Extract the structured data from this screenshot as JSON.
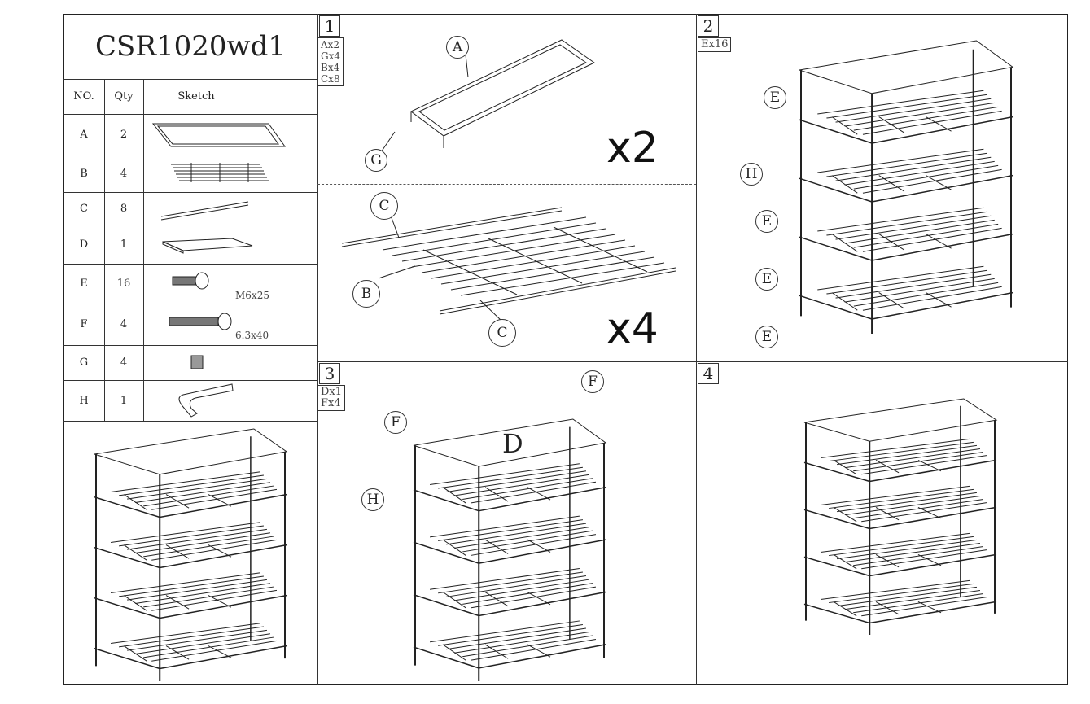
{
  "model": "CSR1020wd1",
  "table": {
    "headers": {
      "no": "NO.",
      "qty": "Qty",
      "sketch": "Sketch"
    },
    "rows": [
      {
        "no": "A",
        "qty": "2",
        "spec": ""
      },
      {
        "no": "B",
        "qty": "4",
        "spec": ""
      },
      {
        "no": "C",
        "qty": "8",
        "spec": ""
      },
      {
        "no": "D",
        "qty": "1",
        "spec": ""
      },
      {
        "no": "E",
        "qty": "16",
        "spec": "M6x25"
      },
      {
        "no": "F",
        "qty": "4",
        "spec": "6.3x40"
      },
      {
        "no": "G",
        "qty": "4",
        "spec": ""
      },
      {
        "no": "H",
        "qty": "1",
        "spec": ""
      }
    ]
  },
  "steps": [
    {
      "number": "1",
      "parts": [
        "Ax2",
        "Gx4",
        "Bx4",
        "Cx8"
      ],
      "multipliers": [
        "x2",
        "x4"
      ],
      "labels": [
        "A",
        "G",
        "C",
        "B",
        "C"
      ]
    },
    {
      "number": "2",
      "parts": [
        "Ex16"
      ],
      "labels": [
        "E",
        "H",
        "E",
        "E",
        "E"
      ]
    },
    {
      "number": "3",
      "parts": [
        "Dx1",
        "Fx4"
      ],
      "labels": [
        "F",
        "F",
        "H",
        "D"
      ]
    },
    {
      "number": "4",
      "parts": []
    }
  ]
}
